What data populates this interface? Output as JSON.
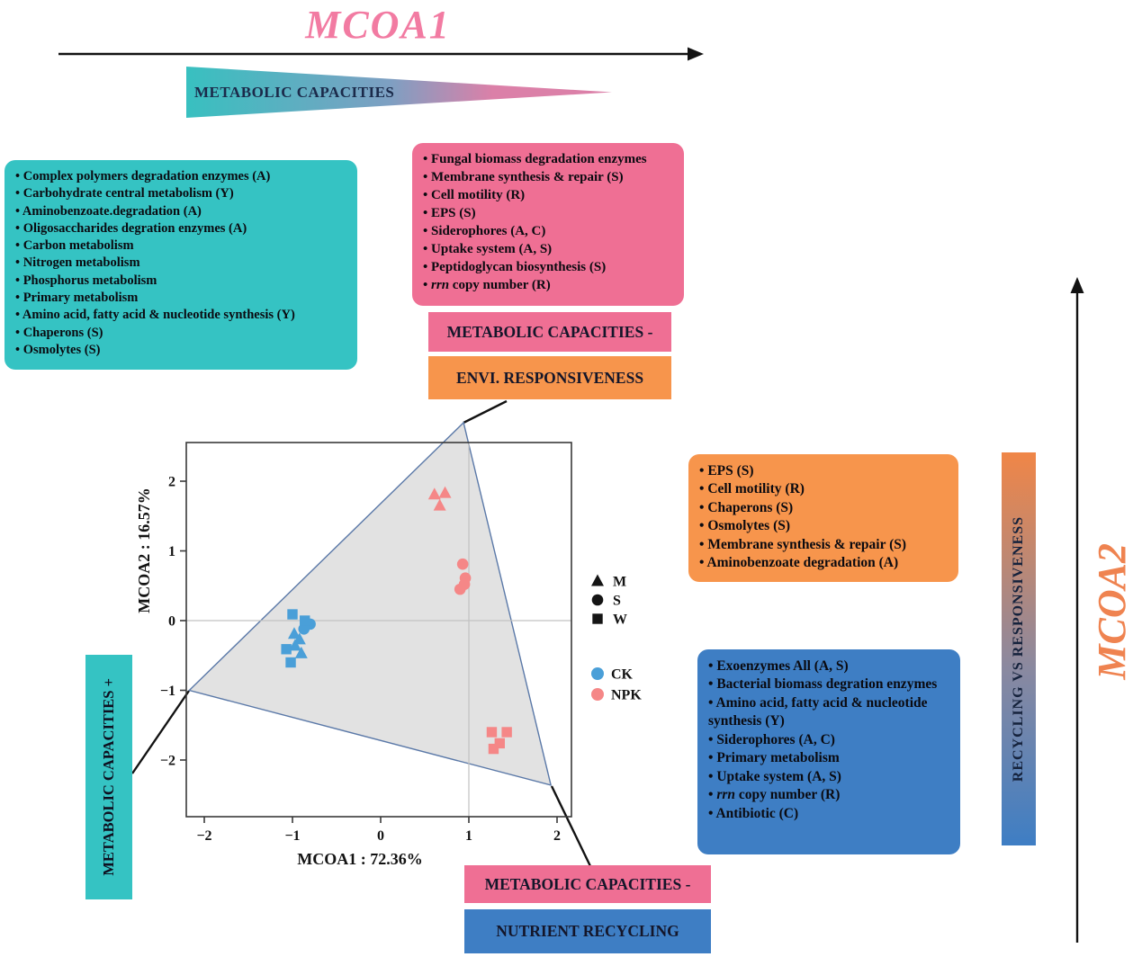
{
  "titles": {
    "mcoa1": "MCOA1",
    "mcoa2": "MCOA2"
  },
  "wedge_label": "METABOLIC CAPACITIES",
  "gradient_bar_label": "RECYCLING   VS   RESPONSIVENESS",
  "labels": {
    "mc_minus_top": "METABOLIC CAPACITIES -",
    "envi": "ENVI. RESPONSIVENESS",
    "mc_plus_vertical": "METABOLIC CAPACITIES +",
    "mc_minus_bottom": "METABOLIC CAPACITIES -",
    "nutrient": "NUTRIENT RECYCLING"
  },
  "boxes": {
    "metabolic_capacities_items": [
      "Complex polymers degradation enzymes (A)",
      "Carbohydrate central metabolism (Y)",
      "Aminobenzoate.degradation (A)",
      "Oligosaccharides degration enzymes (A)",
      "Carbon metabolism",
      "Nitrogen metabolism",
      "Phosphorus metabolism",
      "Primary metabolism",
      "Amino acid, fatty acid & nucleotide synthesis (Y)",
      "Chaperons (S)",
      "Osmolytes (S)"
    ],
    "envi_gain_items": [
      "Fungal biomass degradation enzymes",
      "Membrane synthesis & repair (S)",
      "Cell motility (R)",
      "EPS (S)",
      "Siderophores (A, C)",
      "Uptake system (A, S)",
      "Peptidoglycan biosynthesis (S)",
      {
        "i": "rrn",
        "t": " copy number (R)"
      }
    ],
    "responsiveness_items": [
      "EPS (S)",
      "Cell motility (R)",
      "Chaperons (S)",
      "Osmolytes (S)",
      "Membrane synthesis & repair (S)",
      "Aminobenzoate degradation (A)"
    ],
    "recycling_items": [
      "Exoenzymes All (A, S)",
      "Bacterial biomass degration enzymes",
      "Amino acid, fatty acid & nucleotide synthesis (Y)",
      "Siderophores (A, C)",
      "Primary metabolism",
      "Uptake system (A, S)",
      {
        "i": "rrn",
        "t": " copy number (R)"
      },
      "Antibiotic (C)"
    ]
  },
  "colors": {
    "teal": "#35C3C3",
    "pink": "#EF6F94",
    "orange": "#F7954C",
    "blue": "#3E7EC4",
    "mcoa1_title": "#F27BA2",
    "mcoa2_title": "#EF8350",
    "ck_points": "#4A9FD8",
    "npk_points": "#F58787",
    "hull_fill": "#DBDBDB"
  },
  "chart_data": {
    "type": "scatter",
    "xlabel": "MCOA1 :  72.36%",
    "ylabel": "MCOA2 :  16.57%",
    "xticks": [
      -2,
      -1,
      0,
      1,
      2
    ],
    "yticks": [
      -2,
      -1,
      0,
      1,
      2
    ],
    "xlim": [
      -2.2,
      2.16
    ],
    "ylim": [
      -2.81,
      2.55
    ],
    "ref_lines": {
      "v": 1,
      "h": 0
    },
    "hull": [
      [
        0.94,
        2.84
      ],
      [
        -2.17,
        -1.0
      ],
      [
        1.93,
        -2.36
      ]
    ],
    "series": [
      {
        "name": "CK-M",
        "group": "CK",
        "shape": "triangle",
        "color": "#4A9FD8",
        "points": [
          [
            -0.98,
            -0.19
          ],
          [
            -0.92,
            -0.27
          ],
          [
            -0.97,
            -0.36
          ],
          [
            -0.9,
            -0.47
          ]
        ]
      },
      {
        "name": "CK-S",
        "group": "CK",
        "shape": "circle",
        "color": "#4A9FD8",
        "points": [
          [
            -0.8,
            -0.05
          ],
          [
            -0.87,
            -0.12
          ]
        ]
      },
      {
        "name": "CK-W",
        "group": "CK",
        "shape": "square",
        "color": "#4A9FD8",
        "points": [
          [
            -1.0,
            0.09
          ],
          [
            -0.86,
            0.0
          ],
          [
            -1.07,
            -0.41
          ],
          [
            -1.02,
            -0.6
          ]
        ]
      },
      {
        "name": "NPK-M",
        "group": "NPK",
        "shape": "triangle",
        "color": "#F58787",
        "points": [
          [
            0.61,
            1.81
          ],
          [
            0.73,
            1.83
          ],
          [
            0.67,
            1.65
          ]
        ]
      },
      {
        "name": "NPK-S",
        "group": "NPK",
        "shape": "circle",
        "color": "#F58787",
        "points": [
          [
            0.93,
            0.81
          ],
          [
            0.96,
            0.61
          ],
          [
            0.9,
            0.45
          ],
          [
            0.95,
            0.52
          ]
        ]
      },
      {
        "name": "NPK-W",
        "group": "NPK",
        "shape": "square",
        "color": "#F58787",
        "points": [
          [
            1.26,
            -1.6
          ],
          [
            1.43,
            -1.6
          ],
          [
            1.35,
            -1.76
          ],
          [
            1.28,
            -1.84
          ]
        ]
      }
    ],
    "legend_shapes": [
      {
        "label": "M",
        "shape": "triangle"
      },
      {
        "label": "S",
        "shape": "circle"
      },
      {
        "label": "W",
        "shape": "square"
      }
    ],
    "legend_groups": [
      {
        "label": "CK",
        "color": "#4A9FD8"
      },
      {
        "label": "NPK",
        "color": "#F58787"
      }
    ]
  }
}
